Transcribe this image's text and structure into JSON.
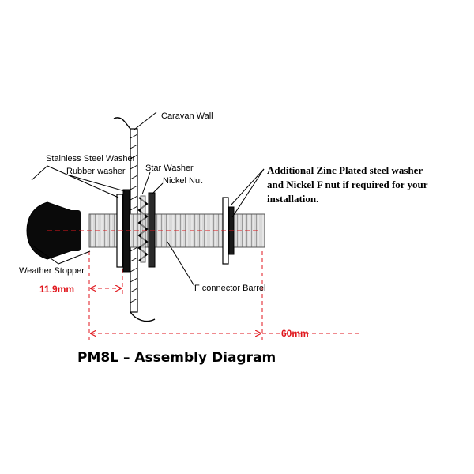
{
  "title": "PM8L – Assembly Diagram",
  "labels": {
    "caravan_wall": "Caravan Wall",
    "stainless_washer": "Stainless Steel Washer",
    "rubber_washer": "Rubber washer",
    "star_washer": "Star Washer",
    "nickel_nut": "Nickel Nut",
    "weather_stopper": "Weather Stopper",
    "f_connector_barrel": "F connector Barrel"
  },
  "note": {
    "line1": "Additional Zinc Plated steel washer",
    "line2": "and Nickel F nut if required for your",
    "line3": "installation."
  },
  "dimensions": {
    "short": "11.9mm",
    "long": "60mm"
  },
  "colors": {
    "dimension": "#e0161c",
    "cap": "#0a0a0a",
    "thread": "#cfcfcf",
    "ink": "#000000"
  }
}
